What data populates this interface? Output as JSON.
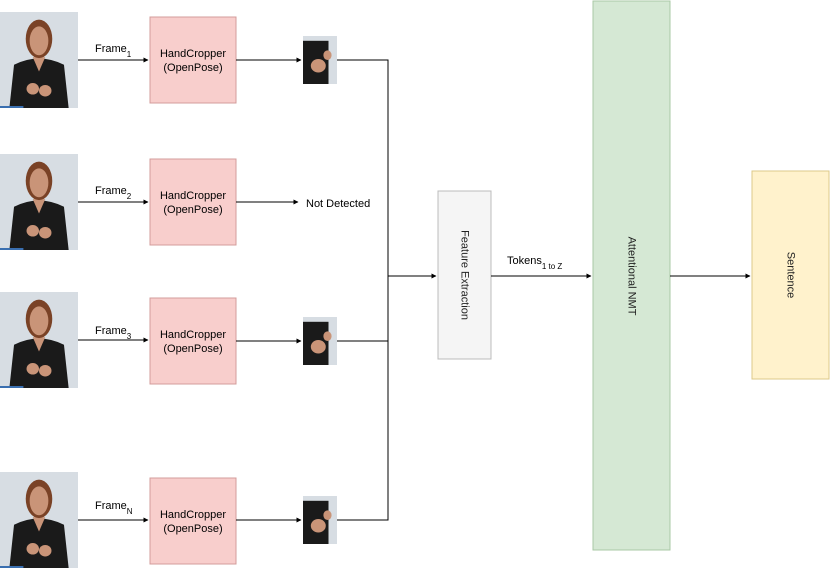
{
  "frames": [
    {
      "label": "Frame",
      "sub": "1",
      "detected": true
    },
    {
      "label": "Frame",
      "sub": "2",
      "detected": false
    },
    {
      "label": "Frame",
      "sub": "3",
      "detected": true
    },
    {
      "label": "Frame",
      "sub": "N",
      "detected": true
    }
  ],
  "cropper": {
    "line1": "HandCropper",
    "line2": "(OpenPose)"
  },
  "not_detected": "Not Detected",
  "feature_extraction": "Feature Extraction",
  "tokens": {
    "label": "Tokens",
    "sub": "1 to Z"
  },
  "nmt": "Attentional NMT",
  "sentence": "Sentence",
  "colors": {
    "cropper_fill": "#f8cecc",
    "cropper_stroke": "#d39c9b",
    "feature_fill": "#f5f5f5",
    "feature_stroke": "#bcbcbc",
    "nmt_fill": "#d5e8d4",
    "nmt_stroke": "#a9c8a6",
    "sentence_fill": "#fff2cc",
    "sentence_stroke": "#dcc98a",
    "photo_bg": "#d7dde3",
    "suit": "#1a1a1a",
    "skin": "#c99478",
    "hair": "#7a4226"
  }
}
